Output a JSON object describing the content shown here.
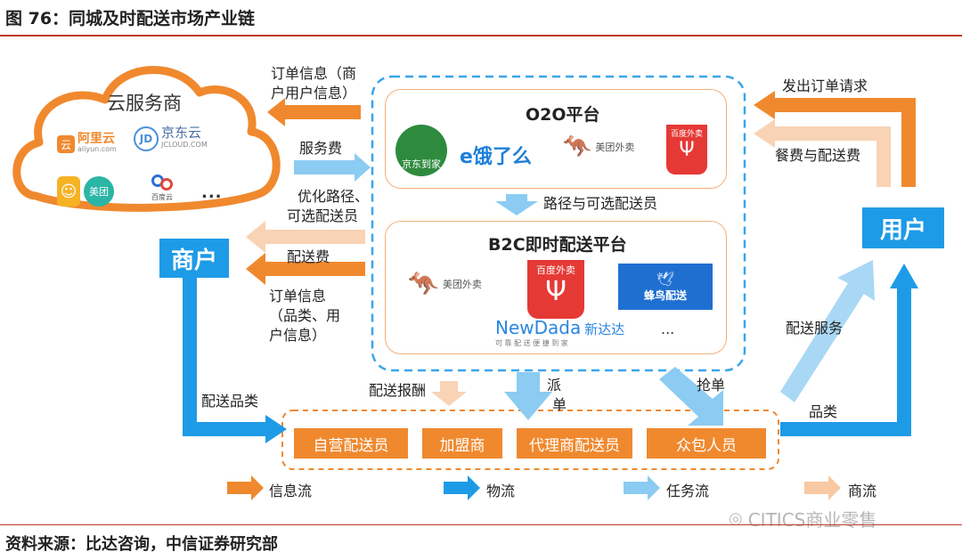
{
  "header": {
    "title": "图 76：同城及时配送市场产业链"
  },
  "cloud": {
    "title": "云服务商",
    "providers": [
      {
        "name": "阿里云",
        "sub": "aliyun.com"
      },
      {
        "name": "京东云",
        "sub": "JCLOUD.COM"
      },
      {
        "name": "美团"
      },
      {
        "name": "百度云"
      }
    ],
    "ellipsis": "..."
  },
  "merchant": {
    "label": "商户"
  },
  "user": {
    "label": "用户"
  },
  "o2o": {
    "title": "O2O平台",
    "logos": [
      {
        "name": "京东到家"
      },
      {
        "name": "饿了么",
        "text": "e饿了么"
      },
      {
        "name": "美团外卖"
      },
      {
        "name": "百度外卖"
      }
    ]
  },
  "middle_arrow_label": "路径与可选配送员",
  "b2c": {
    "title": "B2C即时配送平台",
    "logos": [
      {
        "name": "美团外卖"
      },
      {
        "name": "百度外卖"
      },
      {
        "name": "蜂鸟配送"
      },
      {
        "name": "新达达",
        "text": "NewDada",
        "cn": "新达达",
        "slogan": "可 靠 配 送 便 捷 到 家"
      }
    ],
    "ellipsis": "..."
  },
  "flows": {
    "order_info_1": "订单信息（商",
    "order_info_2": "户用户信息）",
    "service_fee": "服务费",
    "optimize_1": "优化路径、",
    "optimize_2": "可选配送员",
    "delivery_fee": "配送费",
    "order_info_b1": "订单信息",
    "order_info_b2": "（品类、用",
    "order_info_b3": "户信息）",
    "issue_order": "发出订单请求",
    "meal_fee": "餐费与配送费",
    "delivery_service": "配送服务",
    "delivery_category": "配送品类",
    "delivery_reward": "配送报酬",
    "dispatch_1": "派",
    "dispatch_2": "单",
    "grab": "抢单",
    "category": "品类"
  },
  "agents": [
    "自营配送员",
    "加盟商",
    "代理商配送员",
    "众包人员"
  ],
  "legend": [
    {
      "label": "信息流",
      "color": "#f0892e"
    },
    {
      "label": "物流",
      "color": "#1e9be6"
    },
    {
      "label": "任务流",
      "color": "#8ccbf2"
    },
    {
      "label": "商流",
      "color": "#f8c9a3"
    }
  ],
  "watermark": "CITICS商业零售",
  "footer": "资料来源：比达咨询，中信证券研究部"
}
